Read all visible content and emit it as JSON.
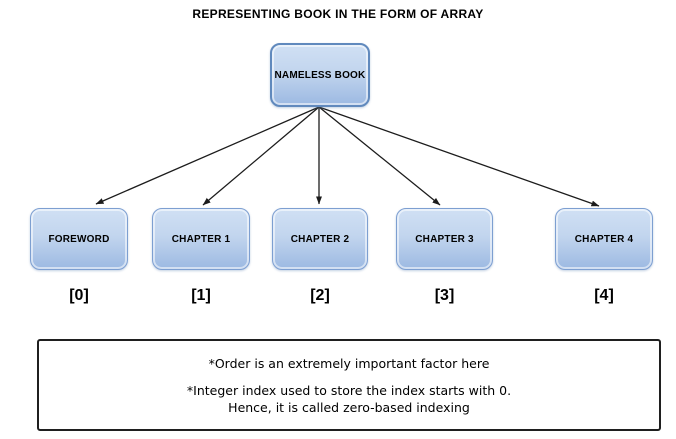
{
  "title": "REPRESENTING BOOK IN THE FORM OF ARRAY",
  "diagram": {
    "root": {
      "label": "NAMELESS BOOK"
    },
    "children": [
      {
        "label": "FOREWORD",
        "index": "[0]"
      },
      {
        "label": "CHAPTER 1",
        "index": "[1]"
      },
      {
        "label": "CHAPTER 2",
        "index": "[2]"
      },
      {
        "label": "CHAPTER 3",
        "index": "[3]"
      },
      {
        "label": "CHAPTER 4",
        "index": "[4]"
      }
    ]
  },
  "notes": {
    "lines": [
      "*Order is an extremely important factor here",
      "*Integer index used to store the index starts with 0.",
      "Hence, it is called zero-based indexing"
    ]
  },
  "colors": {
    "node_fill_top": "#d0e0f4",
    "node_fill_bottom": "#9cb9e2",
    "node_border": "#7d9fd1",
    "root_border": "#6089bd",
    "arrow": "#1c1c1c",
    "note_border": "#1f1f1f",
    "text": "#000000",
    "background": "#ffffff"
  }
}
